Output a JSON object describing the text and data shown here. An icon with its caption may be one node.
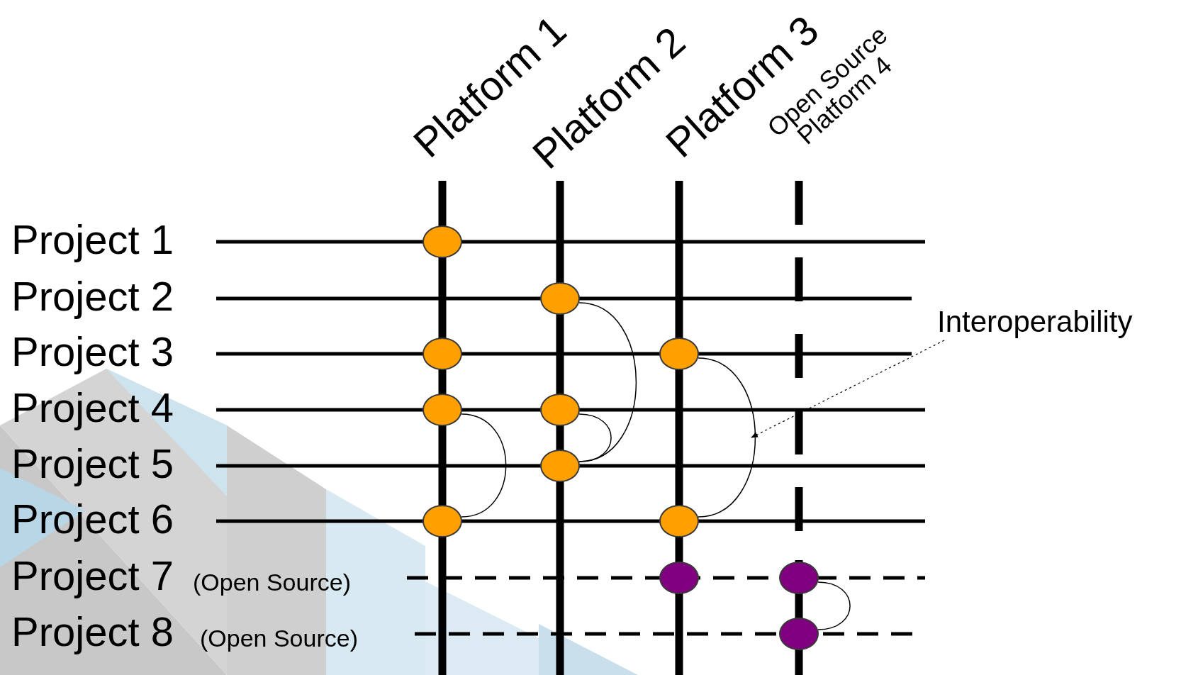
{
  "diagram": {
    "nodes": [
      {
        "text": [],
        "shape": "ellipse"
      },
      {
        "text": [],
        "shape": "ellipse"
      },
      {
        "text": [],
        "shape": "ellipse"
      },
      {
        "text": [],
        "shape": "ellipse"
      },
      {
        "text": [],
        "shape": "ellipse"
      },
      {
        "text": [],
        "shape": "ellipse"
      },
      {
        "text": [],
        "shape": "ellipse"
      },
      {
        "text": [],
        "shape": "ellipse"
      },
      {
        "text": [],
        "shape": "ellipse"
      },
      {
        "text": [],
        "shape": "ellipse"
      },
      {
        "text": [],
        "shape": "ellipse"
      },
      {
        "text": [],
        "shape": "ellipse"
      },
      {
        "text": [
          "Interoperability"
        ]
      }
    ],
    "edges": [
      {
        "from": 1,
        "to": 6,
        "arrow": "none"
      },
      {
        "from": 5,
        "to": 6,
        "arrow": "none"
      },
      {
        "from": 3,
        "to": 8,
        "arrow": "none"
      },
      {
        "from": 4,
        "to": 7,
        "arrow": "none"
      },
      {
        "from": 10,
        "to": 11,
        "arrow": "none"
      },
      {
        "from": 12,
        "to": null,
        "arrow": "to",
        "style": "dashed"
      }
    ],
    "labels": [
      "Platform 1",
      "Platform 2",
      "Platform 3",
      "Open Source Platform 4",
      "Project 1",
      "Project 2",
      "Project 3",
      "Project 4",
      "Project 5",
      "Project 6",
      "Project 7",
      "(Open Source)",
      "Project 8",
      "(Open Source)"
    ]
  }
}
